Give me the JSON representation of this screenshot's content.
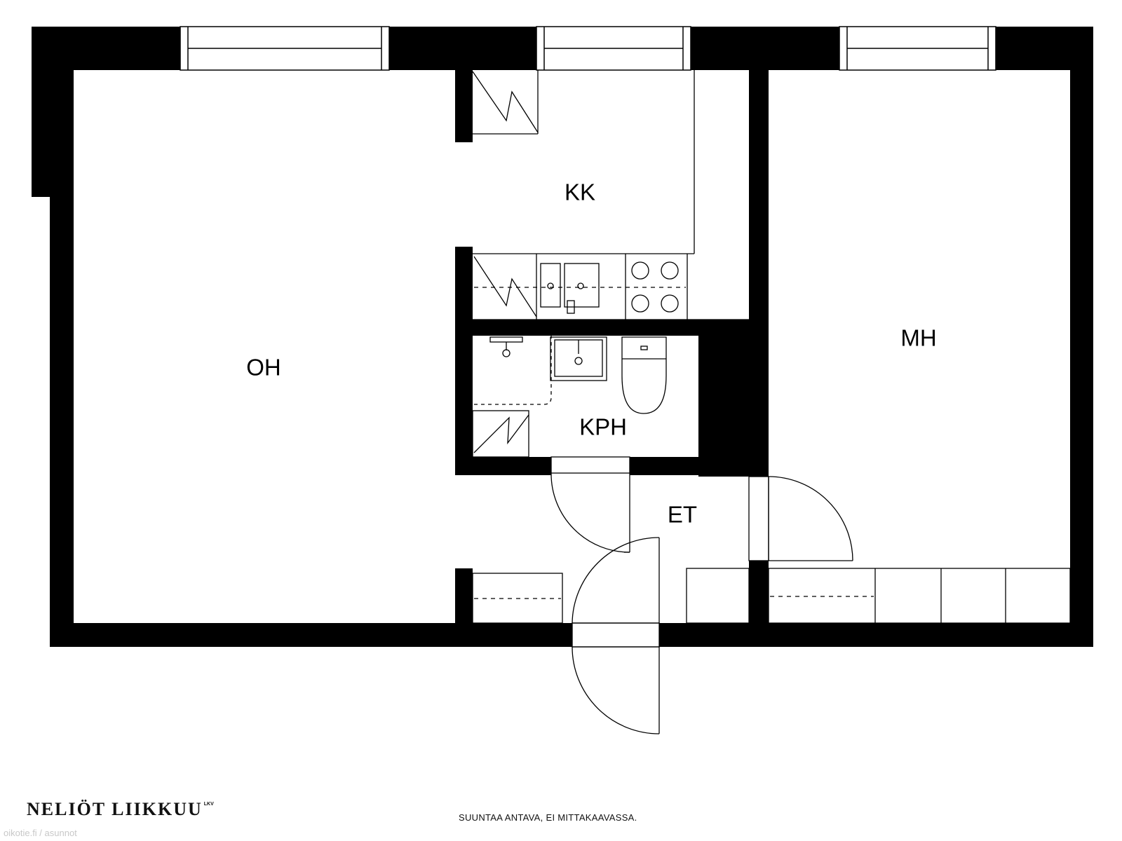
{
  "rooms": {
    "oh": "OH",
    "kk": "KK",
    "kph": "KPH",
    "et": "ET",
    "mh": "MH"
  },
  "footer": {
    "brand_name": "NELIÖT LIIKKUU",
    "brand_suffix": "LKV",
    "disclaimer": "SUUNTAA ANTAVA, EI MITTAKAAVASSA."
  },
  "watermark": "oikotie.fi / asunnot",
  "colors": {
    "wall": "#000000",
    "line": "#000000",
    "background": "#ffffff"
  }
}
